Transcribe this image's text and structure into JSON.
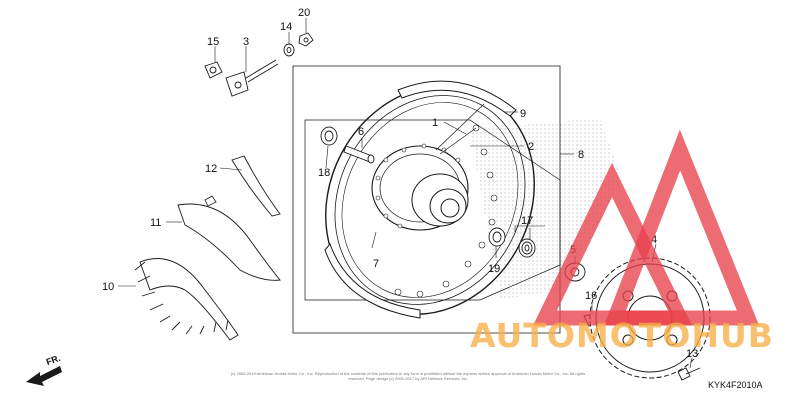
{
  "diagram": {
    "code": "KYK4F2010A",
    "direction_label": "FR.",
    "copyright": "(c) 2000-2019 American Honda Motor Co., Inc. Reproduction of the contents of this publication in any form is prohibited without the express written approval of American Honda Motor Co., Inc. All rights reserved. Page design (c) 2000-2017 by ARI Network Services, Inc.",
    "callouts": [
      "1",
      "2",
      "3",
      "4",
      "5",
      "6",
      "7",
      "8",
      "9",
      "10",
      "11",
      "12",
      "13",
      "14",
      "15",
      "16",
      "17",
      "18",
      "19",
      "20"
    ]
  },
  "watermark": {
    "brand": "AUTOMOTOHUB",
    "color_red": "#e8414b",
    "color_orange": "#f7b046"
  },
  "colors": {
    "line": "#1a1a1a",
    "dot": "#c8c8c8"
  }
}
